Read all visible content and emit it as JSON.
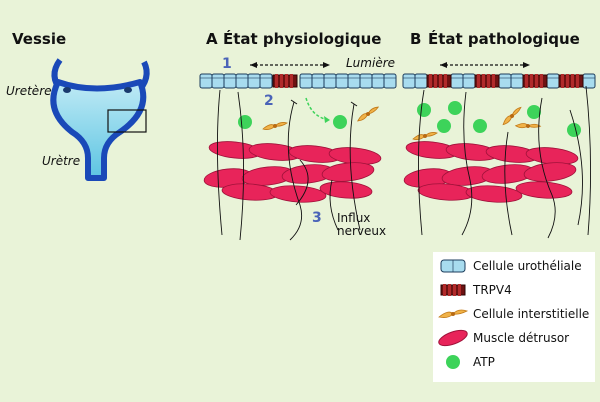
{
  "bladder": {
    "title": "Vessie",
    "ureter_label": "Uretère",
    "urethra_label": "Urètre"
  },
  "panel_a": {
    "letter": "A",
    "title": "État physiologique",
    "lumen_label": "Lumière",
    "step1": "1",
    "step2": "2",
    "step3": "3",
    "nerve_label_line1": "Influx",
    "nerve_label_line2": "nerveux"
  },
  "panel_b": {
    "letter": "B",
    "title": "État pathologique"
  },
  "legend": {
    "items": [
      {
        "label": "Cellule urothéliale",
        "icon": "urothelial-cell-icon"
      },
      {
        "label": "TRPV4",
        "icon": "trpv4-channel-icon"
      },
      {
        "label": "Cellule interstitielle",
        "icon": "interstitial-cell-icon"
      },
      {
        "label": "Muscle détrusor",
        "icon": "detrusor-muscle-icon"
      },
      {
        "label": "ATP",
        "icon": "atp-dot-icon"
      }
    ]
  },
  "colors": {
    "background": "#e9f3d8",
    "urothelium": "#9fd7ee",
    "bladder_fill": "#7fd0e8",
    "bladder_outline": "#1a49b8",
    "trpv4": "#7a1a1a",
    "muscle": "#e8245a",
    "atp": "#3dd35a",
    "interstitial": "#f0b248",
    "step_number": "#4a63b8"
  }
}
